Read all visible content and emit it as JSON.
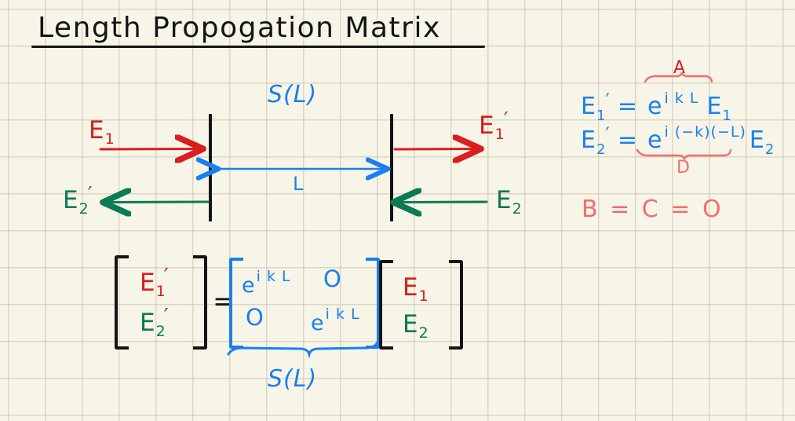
{
  "page": {
    "title": "Length Propogation Matrix",
    "background_color": "#f7f5e7",
    "grid_color": "#c4bfa8"
  },
  "colors": {
    "ink_black": "#141414",
    "ink_red": "#d81e1e",
    "ink_green": "#0c7a52",
    "ink_blue": "#1a7ff0",
    "ink_salmon": "#f26d6d"
  },
  "diagram": {
    "system_label": "S(L)",
    "length_label": "L",
    "incoming_left": {
      "label": "E",
      "sub": "1",
      "prime": "",
      "color": "#d81e1e"
    },
    "outgoing_left": {
      "label": "E",
      "sub": "2",
      "prime": "′",
      "color": "#0c7a52"
    },
    "outgoing_right": {
      "label": "E",
      "sub": "1",
      "prime": "′",
      "color": "#d81e1e"
    },
    "incoming_right": {
      "label": "E",
      "sub": "2",
      "prime": "",
      "color": "#0c7a52"
    }
  },
  "equations": {
    "eq1": {
      "lhs": "E",
      "lhs_sub": "1",
      "lhs_prime": "′",
      "equals": "=",
      "base": "e",
      "exponent": "i k L",
      "factor": "E",
      "factor_sub": "1",
      "brace_label": "A"
    },
    "eq2": {
      "lhs": "E",
      "lhs_sub": "2",
      "lhs_prime": "′",
      "equals": "=",
      "base": "e",
      "exponent": "i (−k)(−L)",
      "factor": "E",
      "factor_sub": "2",
      "brace_label": "D"
    },
    "eq3": "B = C = O"
  },
  "matrix_equation": {
    "lhs_vector": [
      {
        "label": "E",
        "sub": "1",
        "prime": "′",
        "color": "#d81e1e"
      },
      {
        "label": "E",
        "sub": "2",
        "prime": "′",
        "color": "#0c7a52"
      }
    ],
    "equals": "=",
    "matrix": {
      "r1c1_base": "e",
      "r1c1_exp": "i k L",
      "r1c2": "O",
      "r2c1": "O",
      "r2c2_base": "e",
      "r2c2_exp": "i k L"
    },
    "matrix_brace_label": "S(L)",
    "rhs_vector": [
      {
        "label": "E",
        "sub": "1",
        "prime": "",
        "color": "#d81e1e"
      },
      {
        "label": "E",
        "sub": "2",
        "prime": "",
        "color": "#0c7a52"
      }
    ]
  }
}
